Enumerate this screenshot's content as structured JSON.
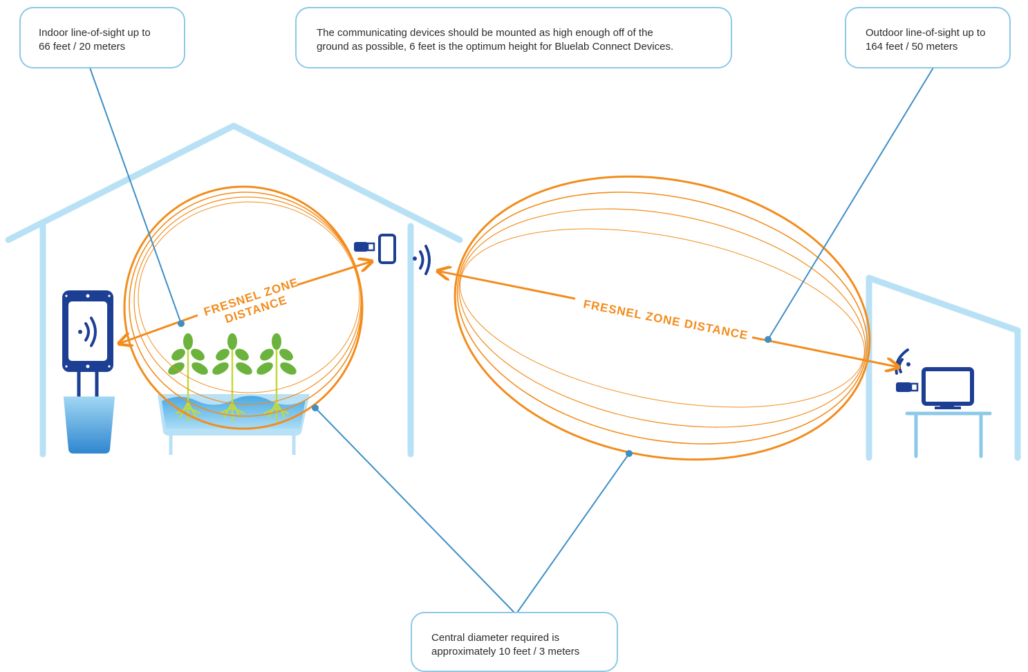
{
  "callouts": {
    "indoor": {
      "line1": "Indoor line-of-sight up to",
      "line2": "66 feet / 20 meters"
    },
    "height": {
      "line1": "The communicating devices should be mounted as high enough off of the",
      "line2": "ground as possible, 6 feet is the optimum height for Bluelab Connect Devices."
    },
    "outdoor": {
      "line1": "Outdoor line-of-sight up to",
      "line2": "164 feet / 50 meters"
    },
    "diameter": {
      "line1": "Central diameter required is",
      "line2": "approximately 10 feet / 3 meters"
    }
  },
  "labels": {
    "fresnel_indoor_line1": "FRESNEL ZONE",
    "fresnel_indoor_line2": "DISTANCE",
    "fresnel_outdoor": "FRESNEL ZONE DISTANCE"
  },
  "colors": {
    "fresnel_orange": "#f28c1c",
    "leader_line_blue": "#3d8fc6",
    "building_outline": "#b9e1f5",
    "device_navy": "#1c3f94",
    "plant_green": "#6cb33e",
    "water_blue": "#3a9ad9"
  },
  "icons": [
    "wifi-signal-icon",
    "usb-stick-icon",
    "wall-controller-icon",
    "range-extender-icon",
    "computer-monitor-icon",
    "plant-icon"
  ]
}
